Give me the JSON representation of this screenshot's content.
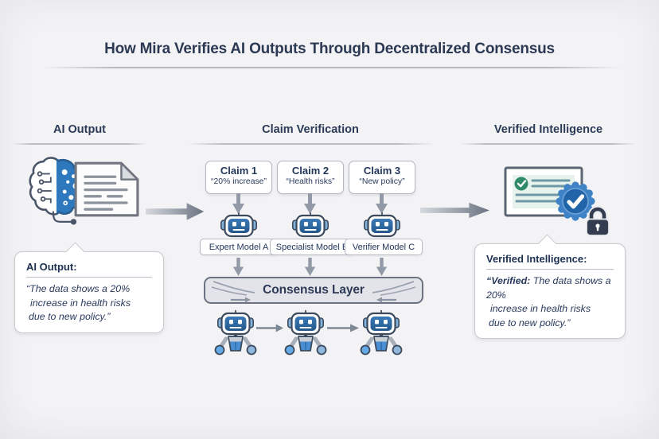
{
  "title": "How Mira Verifies AI Outputs Through Decentralized Consensus",
  "sections": {
    "ai_output": {
      "header": "AI Output"
    },
    "claim_verification": {
      "header": "Claim Verification"
    },
    "verified_intelligence": {
      "header": "Verified Intelligence"
    }
  },
  "ai_output_bubble": {
    "heading": "AI Output:",
    "lines": [
      "“The data shows a 20%",
      "increase in health risks",
      "due to new policy.”"
    ]
  },
  "claims": [
    {
      "title": "Claim 1",
      "quote": "“20% increase”",
      "model": "Expert Model A"
    },
    {
      "title": "Claim 2",
      "quote": "“Health risks”",
      "model": "Specialist Model B"
    },
    {
      "title": "Claim 3",
      "quote": "“New policy”",
      "model": "Verifier Model C"
    }
  ],
  "consensus_label": "Consensus Layer",
  "verified_bubble": {
    "heading": "Verified Intelligence:",
    "line1_bold": "“Verified:",
    "line1_rest": " The data shows a 20%",
    "line2": "increase in health risks",
    "line3": "due to new policy.”"
  },
  "icons": {
    "ai_source": "brain-circuit-icon",
    "ai_document": "document-icon",
    "verifier_models": "robot-icon",
    "consensus_nodes": "robot-icon",
    "verified_card": "certificate-icon",
    "verified_seal": "verified-badge-icon",
    "security": "lock-icon",
    "flow": "arrow-icon"
  },
  "colors": {
    "background": "#f0f0f3",
    "heading_text": "#2c3954",
    "body_text": "#28395d",
    "accent_blue": "#2e78bd",
    "robot_face_blue": "#2d6ba3",
    "badge_blue": "#2264a8",
    "check_green": "#2f8a68",
    "arrow_gray": "#6b7382"
  }
}
